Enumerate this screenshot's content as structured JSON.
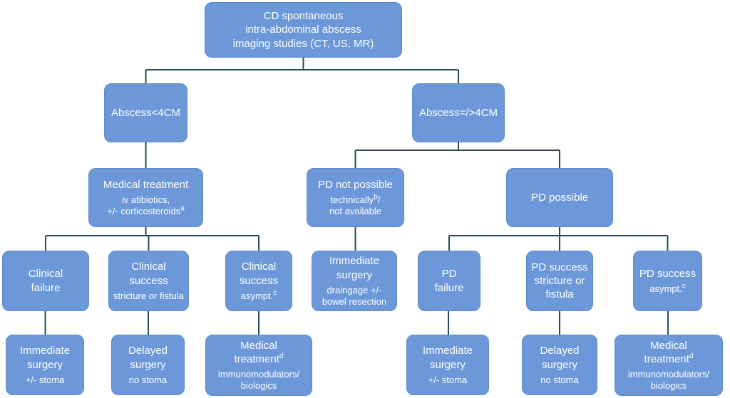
{
  "title": "CD spontaneous intra-abdominal abscess management flowchart",
  "colors": {
    "box_fill": "#6c98d9",
    "box_border": "#5e8bc8",
    "connector": "#254b5a",
    "text": "#ffffff"
  },
  "nodes": {
    "root": {
      "line1": "CD spontaneous",
      "line2": "intra-abdominal abscess",
      "line3": "imaging studies (CT, US, MR)"
    },
    "abscess_lt4": {
      "title": "Abscess<4CM"
    },
    "abscess_ge4": {
      "title": "Abscess=/>4CM"
    },
    "medical_treatment": {
      "title": "Medical treatment",
      "sub_line1": "iv atibiotics,",
      "sub_line2": "+/- corticosteroids",
      "sup": "a"
    },
    "pd_not_possible": {
      "title": "PD not possible",
      "sub_line1": "technically",
      "sup": "b",
      "sub_line1_suffix": "/",
      "sub_line2": "not available"
    },
    "pd_possible": {
      "title": "PD possible"
    },
    "clinical_failure": {
      "title": "Clinical failure"
    },
    "clinical_success_stricture": {
      "title": "Clinical success",
      "sub": "stricture or fistula"
    },
    "clinical_success_asympt": {
      "title": "Clinical success",
      "sub": "asympt.",
      "sup": "c"
    },
    "immediate_surgery_drainage": {
      "title": "Immediate surgery",
      "sub": "draingage +/- bowel resection"
    },
    "pd_failure": {
      "title": "PD failure"
    },
    "pd_success_stricture": {
      "title": "PD success stricture or fistula"
    },
    "pd_success_asympt": {
      "title": "PD success",
      "sub": "asympt.",
      "sup": "c"
    },
    "immediate_surgery_left": {
      "title": "Immediate surgery",
      "sub": "+/- stoma"
    },
    "delayed_surgery_left": {
      "title": "Delayed surgery",
      "sub": "no stoma"
    },
    "medical_treatment_d_left": {
      "line1": "Medical",
      "line2": "treatment",
      "sup": "d",
      "sub": "immunomodulators/ biologics"
    },
    "immediate_surgery_right": {
      "title": "Immediate surgery",
      "sub": "+/- stoma"
    },
    "delayed_surgery_right": {
      "title": "Delayed surgery",
      "sub": "no stoma"
    },
    "medical_treatment_d_right": {
      "line1": "Medical",
      "line2": "treatment",
      "sup": "d",
      "sub": "immunomodulators/ biologics"
    }
  }
}
